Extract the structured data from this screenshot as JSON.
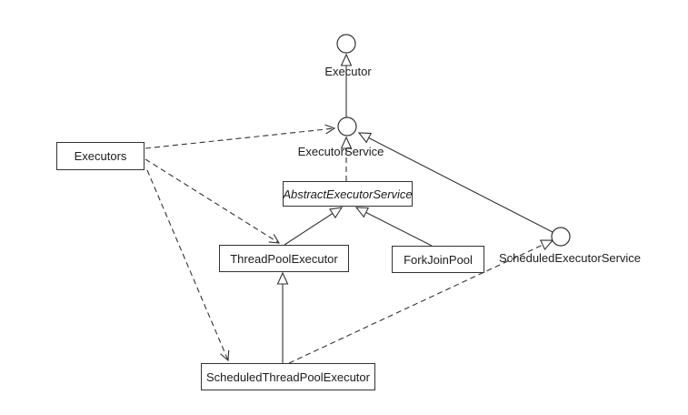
{
  "diagram": {
    "kind": "uml-class-diagram",
    "nodes": {
      "executor": {
        "label": "Executor",
        "stereotype": "interface"
      },
      "executor_service": {
        "label": "ExecutorService",
        "stereotype": "interface"
      },
      "scheduled_executor_service": {
        "label": "ScheduledExecutorService",
        "stereotype": "interface"
      },
      "executors": {
        "label": "Executors",
        "stereotype": "class"
      },
      "abstract_executor_service": {
        "label": "AbstractExecutorService",
        "stereotype": "abstract-class"
      },
      "thread_pool_executor": {
        "label": "ThreadPoolExecutor",
        "stereotype": "class"
      },
      "fork_join_pool": {
        "label": "ForkJoinPool",
        "stereotype": "class"
      },
      "scheduled_thread_pool_executor": {
        "label": "ScheduledThreadPoolExecutor",
        "stereotype": "class"
      }
    },
    "edges": [
      {
        "from": "ExecutorService",
        "to": "Executor",
        "type": "generalization",
        "line": "solid",
        "head": "hollow-triangle"
      },
      {
        "from": "AbstractExecutorService",
        "to": "ExecutorService",
        "type": "realization",
        "line": "dashed",
        "head": "hollow-triangle"
      },
      {
        "from": "ScheduledExecutorService",
        "to": "ExecutorService",
        "type": "generalization",
        "line": "solid",
        "head": "hollow-triangle"
      },
      {
        "from": "ThreadPoolExecutor",
        "to": "AbstractExecutorService",
        "type": "generalization",
        "line": "solid",
        "head": "hollow-triangle"
      },
      {
        "from": "ForkJoinPool",
        "to": "AbstractExecutorService",
        "type": "generalization",
        "line": "solid",
        "head": "hollow-triangle"
      },
      {
        "from": "ScheduledThreadPoolExecutor",
        "to": "ThreadPoolExecutor",
        "type": "generalization",
        "line": "solid",
        "head": "hollow-triangle"
      },
      {
        "from": "ScheduledThreadPoolExecutor",
        "to": "ScheduledExecutorService",
        "type": "realization",
        "line": "dashed",
        "head": "hollow-triangle"
      },
      {
        "from": "Executors",
        "to": "ExecutorService",
        "type": "dependency",
        "line": "dashed",
        "head": "open-arrow"
      },
      {
        "from": "Executors",
        "to": "ThreadPoolExecutor",
        "type": "dependency",
        "line": "dashed",
        "head": "open-arrow"
      },
      {
        "from": "Executors",
        "to": "ScheduledThreadPoolExecutor",
        "type": "dependency",
        "line": "dashed",
        "head": "open-arrow"
      }
    ],
    "colors": {
      "line": "#333333",
      "text": "#1c1c1c",
      "background": "#ffffff"
    }
  }
}
